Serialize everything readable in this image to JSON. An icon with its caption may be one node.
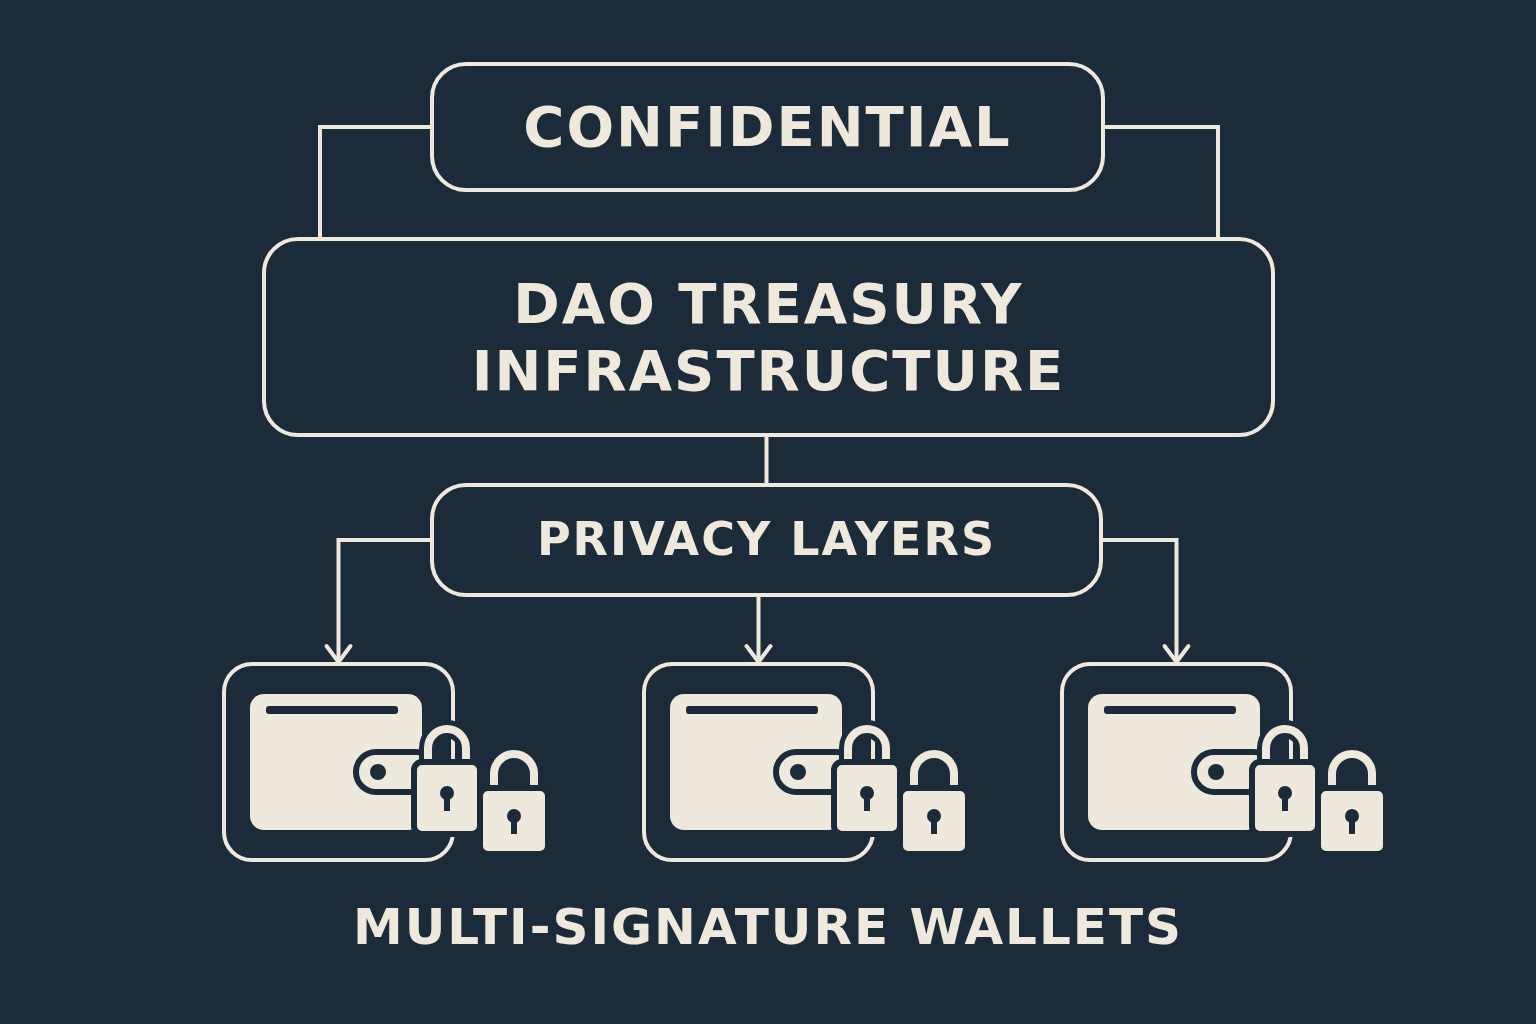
{
  "diagram": {
    "nodes": [
      {
        "text": [
          "CONFIDENTIAL"
        ]
      },
      {
        "text": [
          "DAO TREASURY INFRASTRUCTURE"
        ]
      },
      {
        "text": [
          "PRIVACY LAYERS"
        ]
      },
      {
        "text": [],
        "shape": "box"
      },
      {
        "text": [],
        "shape": "box"
      },
      {
        "text": [],
        "shape": "box"
      }
    ],
    "edges": [
      {
        "from": 0,
        "to": 1,
        "arrow": "none"
      },
      {
        "from": 0,
        "to": 1,
        "arrow": "none"
      },
      {
        "from": 1,
        "to": 2,
        "arrow": "none"
      },
      {
        "from": 2,
        "to": 3,
        "arrow": "to"
      },
      {
        "from": 2,
        "to": 4,
        "arrow": "to"
      },
      {
        "from": 2,
        "to": 5,
        "arrow": "to"
      }
    ],
    "labels": [
      "MULTI-SIGNATURE WALLETS"
    ]
  }
}
